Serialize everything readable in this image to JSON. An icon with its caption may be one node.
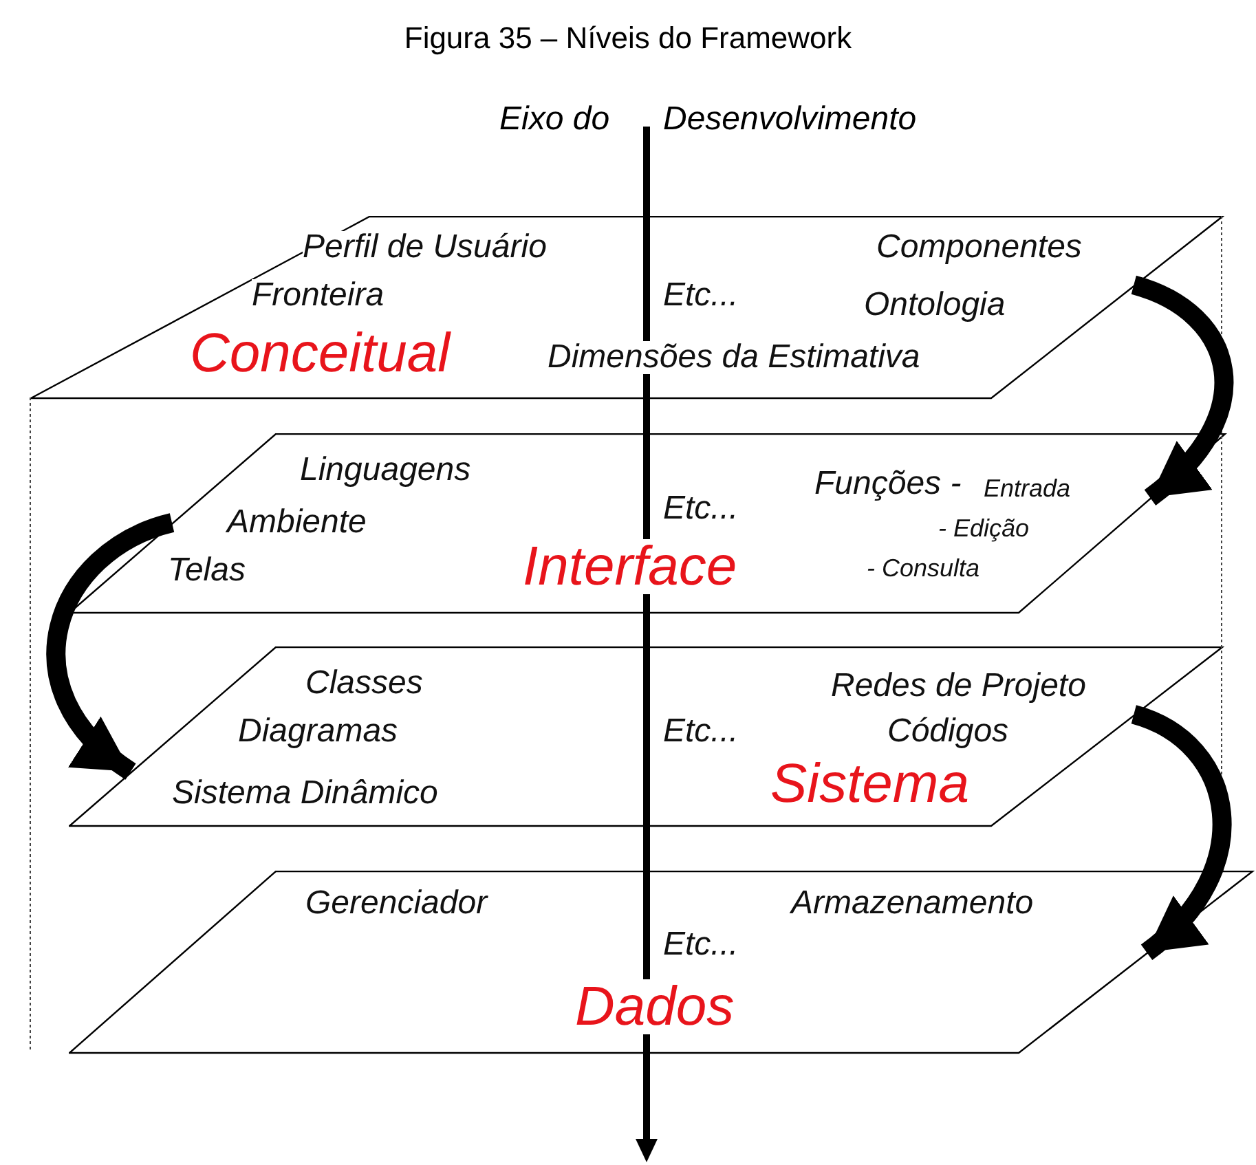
{
  "diagram": {
    "title": "Figura 35 – Níveis do Framework",
    "nodes": [
      {
        "text": [
          "Perfil de Usuário",
          "Componentes",
          "Fronteira",
          "Etc...",
          "Ontologia",
          "Conceitual",
          "Dimensões da Estimativa"
        ]
      },
      {
        "text": [
          "Linguagens",
          "Funções -",
          "Entrada",
          "Ambiente",
          "Etc...",
          "- Edição",
          "Telas",
          "Interface",
          "- Consulta"
        ]
      },
      {
        "text": [
          "Classes",
          "Redes de Projeto",
          "Diagramas",
          "Etc...",
          "Códigos",
          "Sistema",
          "Sistema Dinâmico"
        ]
      },
      {
        "text": [
          "Gerenciador",
          "Armazenamento",
          "Etc...",
          "Dados"
        ]
      }
    ],
    "edges": [
      {
        "from": 0,
        "to": 1,
        "arrow": "to"
      },
      {
        "from": 1,
        "to": 2,
        "arrow": "to"
      },
      {
        "from": 2,
        "to": 3,
        "arrow": "to"
      }
    ],
    "labels": [
      "Eixo do",
      "Desenvolvimento"
    ]
  }
}
